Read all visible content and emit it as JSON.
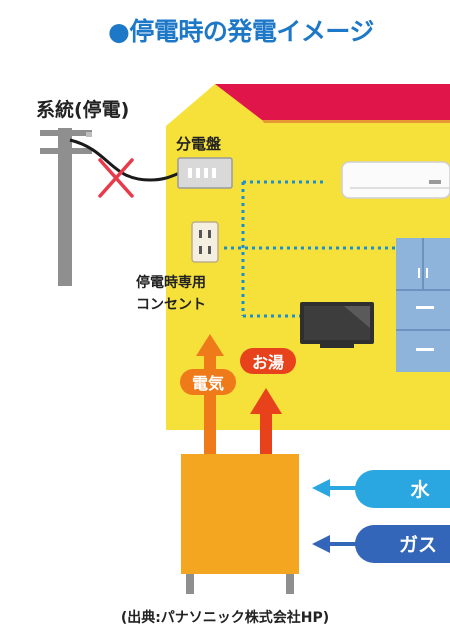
{
  "title": "●停電時の発電イメージ",
  "labels": {
    "grid": "系統(停電)",
    "panel": "分電盤",
    "outlet_line1": "停電時専用",
    "outlet_line2": "コンセント",
    "electricity": "電気",
    "hot_water": "お湯",
    "water": "水",
    "gas": "ガス"
  },
  "credit": "(出典:パナソニック株式会社HP)",
  "colors": {
    "title": "#1e78c8",
    "house_wall": "#f6e13a",
    "roof": "#e0164a",
    "unit": "#f4a620",
    "electric_arrow": "#ee7a1a",
    "hotwater_arrow": "#e8421c",
    "water_pipe": "#2aa6e0",
    "gas_pipe": "#3366b8",
    "wiring": "#1a8fd0"
  }
}
